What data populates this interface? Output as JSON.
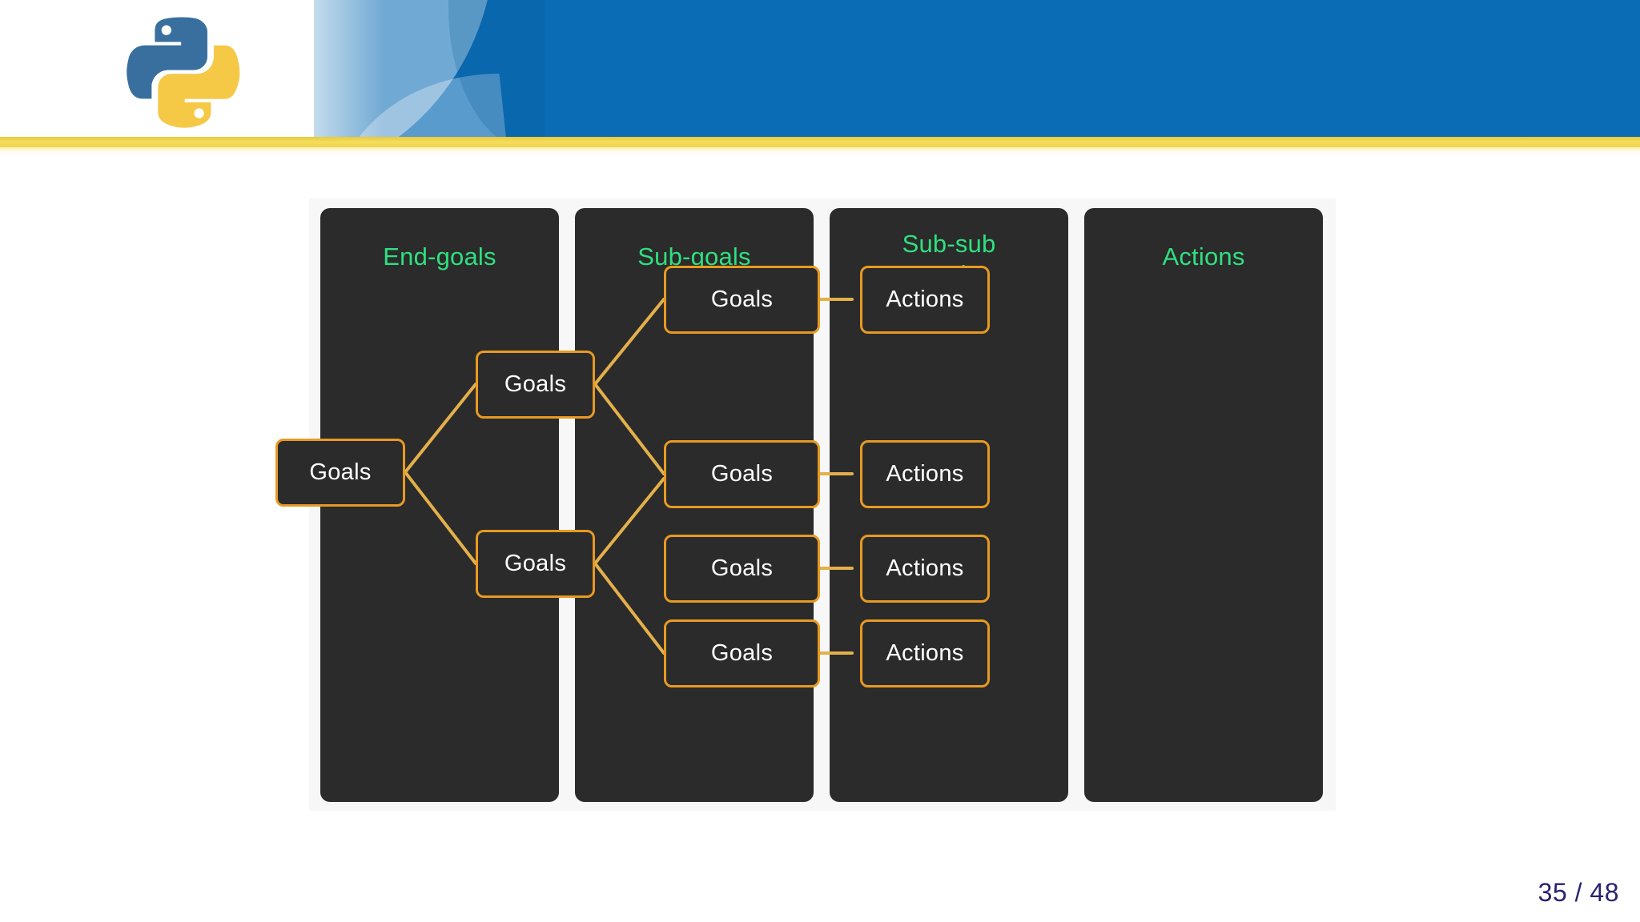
{
  "slide": {
    "logo": "python-logo",
    "page_label": "35 / 48",
    "accent_colors": {
      "banner_blue": "#0a6cb4",
      "divider_gold": "#efd448",
      "column_dark": "#2b2b2b",
      "heading_green": "#2fe07f",
      "node_border_orange": "#e89a22",
      "node_text": "#ffffff",
      "page_number": "#272270"
    }
  },
  "diagram": {
    "name": "goal-decomposition-hierarchy",
    "columns": [
      {
        "id": "end-goals",
        "title": "End-goals",
        "nodes": [
          {
            "id": "n1",
            "label": "Goals"
          }
        ]
      },
      {
        "id": "sub-goals",
        "title": "Sub-goals",
        "nodes": [
          {
            "id": "n2",
            "label": "Goals"
          },
          {
            "id": "n3",
            "label": "Goals"
          }
        ]
      },
      {
        "id": "sub-sub-goals",
        "title": "Sub-sub\ngoals",
        "nodes": [
          {
            "id": "n4",
            "label": "Goals"
          },
          {
            "id": "n5",
            "label": "Goals"
          },
          {
            "id": "n6",
            "label": "Goals"
          },
          {
            "id": "n7",
            "label": "Goals"
          }
        ]
      },
      {
        "id": "actions",
        "title": "Actions",
        "nodes": [
          {
            "id": "n8",
            "label": "Actions"
          },
          {
            "id": "n9",
            "label": "Actions"
          },
          {
            "id": "n10",
            "label": "Actions"
          },
          {
            "id": "n11",
            "label": "Actions"
          }
        ]
      }
    ],
    "edges": [
      {
        "from": "n1",
        "to": "n2"
      },
      {
        "from": "n1",
        "to": "n3"
      },
      {
        "from": "n2",
        "to": "n4"
      },
      {
        "from": "n2",
        "to": "n5"
      },
      {
        "from": "n3",
        "to": "n6"
      },
      {
        "from": "n3",
        "to": "n7"
      },
      {
        "from": "n4",
        "to": "n8"
      },
      {
        "from": "n5",
        "to": "n9"
      },
      {
        "from": "n6",
        "to": "n10"
      },
      {
        "from": "n7",
        "to": "n11"
      }
    ]
  }
}
